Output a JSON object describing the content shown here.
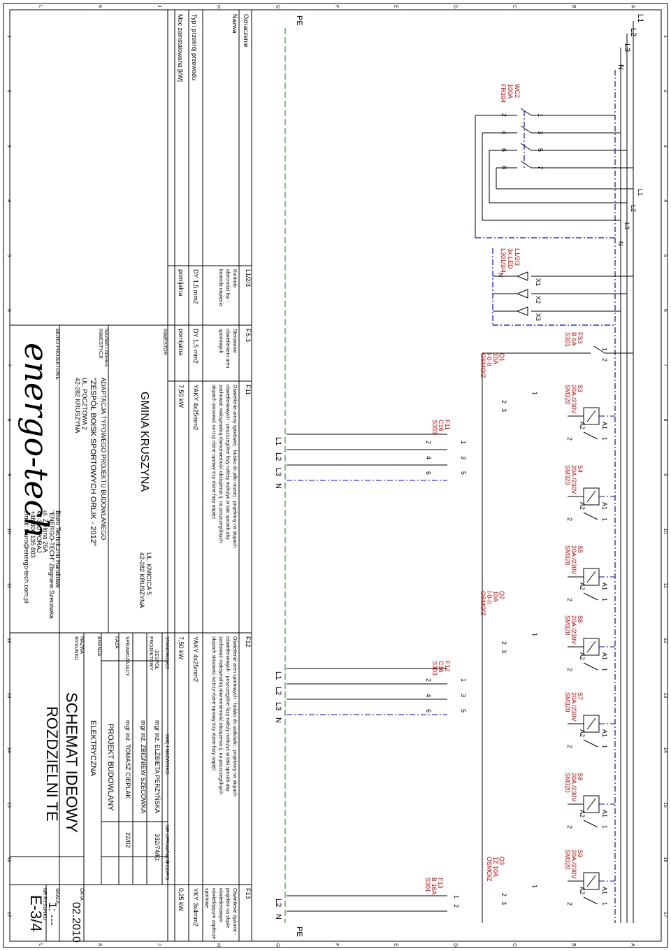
{
  "grid": {
    "numbers": [
      "1",
      "2",
      "3",
      "4",
      "5",
      "6",
      "7",
      "8",
      "9",
      "10",
      "11",
      "12",
      "13",
      "14",
      "15",
      "16",
      "17"
    ],
    "letters": [
      "A",
      "B",
      "C",
      "D",
      "E",
      "F",
      "G",
      "H",
      "J",
      "K",
      "L"
    ]
  },
  "supply": {
    "phases": [
      "L1",
      "L2",
      "L3",
      "N"
    ],
    "pe": "PE",
    "main_switch": {
      "name": "WC2",
      "rating": "100A",
      "type": "FR304",
      "contacts": [
        "1",
        "2",
        "3",
        "4",
        "5",
        "6",
        "7",
        "8"
      ]
    },
    "lamps": {
      "label": "L1/2/3",
      "spec1": "3x LED",
      "spec2": "L301/3/4",
      "terms": [
        "X1",
        "X2",
        "X3"
      ],
      "n": "N"
    }
  },
  "devices": {
    "fs3": {
      "name": "FS3",
      "rating": "B 6A",
      "type": "S301",
      "pins": [
        "1",
        "2"
      ]
    },
    "q1": {
      "name": "Q1",
      "rating": "10A",
      "sym": "I-0-II",
      "type": "OSMO/Z",
      "pins": [
        "1",
        "2",
        "3"
      ]
    },
    "q2": {
      "name": "Q2",
      "rating": "10A",
      "sym": "I-0-II",
      "type": "OSMO/Z",
      "pins": [
        "1",
        "2",
        "3"
      ]
    },
    "q3": {
      "name": "Q3",
      "rating": "1Z 10A",
      "sym": "",
      "type": "OSMO/Z",
      "pins": [
        "1",
        "2",
        "3"
      ]
    },
    "f11": {
      "name": "F11",
      "rating": "C16",
      "type": "S303",
      "pins": [
        "1",
        "2",
        "3",
        "4",
        "5",
        "6"
      ]
    },
    "f12": {
      "name": "F12",
      "rating": "C16",
      "type": "S303",
      "pins": [
        "1",
        "2",
        "3",
        "4",
        "5",
        "6"
      ]
    },
    "f13": {
      "name": "F13",
      "rating": "B 16A",
      "type": "S301",
      "pins": [
        "1",
        "2"
      ]
    },
    "contactors": [
      {
        "name": "S3",
        "rating": "20A /230V",
        "type": "SM320"
      },
      {
        "name": "S4",
        "rating": "20A /230V",
        "type": "SM320"
      },
      {
        "name": "S5",
        "rating": "20A /230V",
        "type": "SM320"
      },
      {
        "name": "S6",
        "rating": "20A /230V",
        "type": "SM320"
      },
      {
        "name": "S7",
        "rating": "20A /230V",
        "type": "SM320"
      },
      {
        "name": "S8",
        "rating": "20A /230V",
        "type": "SM320"
      },
      {
        "name": "S9",
        "rating": "20A /230V",
        "type": "SM320"
      }
    ],
    "coil": {
      "a1": "A1",
      "a2": "A2",
      "p1": "1",
      "p2": "2"
    }
  },
  "outgoing": {
    "g1": [
      "L1",
      "L2",
      "L3",
      "N"
    ],
    "g2": [
      "L1",
      "L2",
      "L3",
      "N"
    ],
    "g3": [
      "L2",
      "N"
    ]
  },
  "legend": {
    "row_labels": {
      "oznaczenie": "Oznaczenie",
      "nazwa": "Nazwa",
      "typ": "Typ i przekrój przewodu",
      "moc": "Moc zainstalowana [kW]"
    },
    "cols": [
      {
        "oz": "L1/2/3",
        "nazwa": [
          "Kontrola",
          "obecności faz -",
          "kontrola napięcia"
        ],
        "typ": "DY 1,5 mm2",
        "moc": "pomijalna"
      },
      {
        "oz": "FS.3",
        "nazwa": [
          "Sterowanie",
          "oświetleniem aren",
          "sportowych"
        ],
        "typ": "DY 1,5 mm2",
        "moc": "pomijalna"
      },
      {
        "oz": "F11",
        "nazwa": [
          "Oświetlenie areny sportowej - boisko do piłki nożnej - projektory na słupach",
          "oświetleniowych - poszczególne fazy należy rozłożyć w taki sposób aby",
          "zachować maksymalną równomierność obciążenia tj. na poszczególnych",
          "słupach stosować na trzy różne oprawy trzy różne fazy napięć"
        ],
        "typ": "YAKY 4x25mm2",
        "moc": "7,50 kW"
      },
      {
        "oz": "F12",
        "nazwa": [
          "Oświetlenie aren sportowych - boisko do siatkówki - projektory na słupach",
          "oświetleniowych - poszczególne fazy należy rozłożyć w taki sposób aby",
          "zachować maksymalną równomierność obciążenia tj. na poszczególnych",
          "słupach stosować na trzy różne oprawy trzy różne fazy napięć"
        ],
        "typ": "YAKY 4x25mm2",
        "moc": "7,50 kW"
      },
      {
        "oz": "F13",
        "nazwa": [
          "Oświetlenie dyżurne -",
          "projektor na słupie",
          "oświetleniowym",
          "oświetlającym zaplecze",
          "sportowe"
        ],
        "typ": "YKY 3x4mm2",
        "moc": "0,25 kW"
      }
    ]
  },
  "title_block": {
    "inwestor_label": "INWESTOR",
    "inwestor": "GMINA KRUSZYNA",
    "inwestor_addr1": "UL. KMICICA 5",
    "inwestor_addr2": "42-282 KRUSZYNA",
    "nazwa_label1": "NAZWA I ADRES",
    "nazwa_label2": "INWESTYCJI",
    "nazwa1": "ADAPTACJA TYPOWEGO PROJEKTU BUDOWLANEGO",
    "nazwa2": "\"ZESPÓŁ BOISK SPORTOWYCH ORLIK - 2012\"",
    "nazwa3": "UL. POCZTOWA 2",
    "nazwa4": "42-282 KRUSZYNA",
    "biuro_label": "BIURO PROJEKTOWE",
    "logo": "energo-tech",
    "biuro1": "Biuro Techniczno Handlowe",
    "biuro2": "\"ENERGO-TECH\" Zbigniew Szecówka",
    "biuro3": "ul. Zielona 26A",
    "biuro4": "42-360 PORAJ",
    "biuro5": "+48 606 135 803",
    "biuro6": "email: biuro@energo-tech.com.pl",
    "stanowisko": "STANOWISKO",
    "imie": "IMIĘ I NAZWISKO",
    "nr_upr": "NR UPRAWNIEŃ",
    "podpis": "PODPIS",
    "zespol_label1": "ZESPÓŁ",
    "zespol_label2": "PROJEKTOWY",
    "zespol1": "mgr inż. ELŻBIETA PERZYŃSKA",
    "zespol1_nr": "332/74/Kt",
    "zespol2": "mgr inż. ZBIGNIEW SZECÓWKA",
    "sprawdzajacy_label": "SPRAWDZAJĄCY",
    "sprawdzajacy": "mgr inż. TOMASZ CIEPLAK",
    "sprawdzajacy_nr": "22/02",
    "faza_label": "FAZA",
    "faza": "PROJEKT BUDOWLANY",
    "branza_label": "BRANŻA",
    "branza": "ELEKTRYCZNA",
    "nazwa_rys_label1": "NAZWA",
    "nazwa_rys_label2": "RYSUNKU",
    "nazwa_rys1": "SCHEMAT IDEOWY",
    "nazwa_rys2": "ROZDZIELNI TE",
    "data_label": "DATA",
    "data": "02.2010",
    "skala_label": "SKALA",
    "skala": "1: ---",
    "nr_rys_label": "NR RYSUNKU",
    "nr_rys": "E-3/4"
  }
}
